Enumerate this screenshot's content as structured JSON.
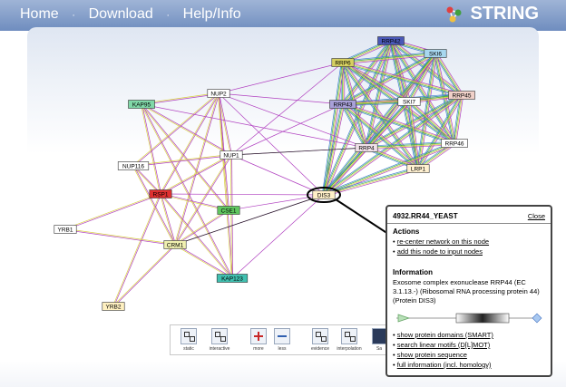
{
  "nav": {
    "home": "Home",
    "download": "Download",
    "help": "Help/Info",
    "separator": "·",
    "brand": "STRING"
  },
  "nodes": [
    {
      "id": "RRP42",
      "color": "#4a58b8"
    },
    {
      "id": "SKI6",
      "color": "#a8d8f0"
    },
    {
      "id": "RRP6",
      "color": "#d6d060"
    },
    {
      "id": "RRP45",
      "color": "#f0d0c8"
    },
    {
      "id": "RRP43",
      "color": "#a8a0d8"
    },
    {
      "id": "SKI7",
      "color": "#ffffff"
    },
    {
      "id": "RRP46",
      "color": "#ffffff"
    },
    {
      "id": "RRP4",
      "color": "#f0e0e8"
    },
    {
      "id": "LRP1",
      "color": "#fff0d0"
    },
    {
      "id": "NUP2",
      "color": "#ffffff"
    },
    {
      "id": "KAP95",
      "color": "#80d8a8"
    },
    {
      "id": "NUP1",
      "color": "#ffffff"
    },
    {
      "id": "NUP116",
      "color": "#ffffff"
    },
    {
      "id": "RSP1",
      "color": "#e03030"
    },
    {
      "id": "DIS3",
      "color": "#fff0c8"
    },
    {
      "id": "CSE1",
      "color": "#60c860"
    },
    {
      "id": "YRB1",
      "color": "#ffffff"
    },
    {
      "id": "CRM1",
      "color": "#f0f0b0"
    },
    {
      "id": "KAP123",
      "color": "#40c0b0"
    },
    {
      "id": "YRB2",
      "color": "#fff0c0"
    }
  ],
  "toolbar": {
    "static": "static",
    "interactive": "interactive",
    "more": "more",
    "less": "less",
    "evidence": "evidence",
    "interpolation": "interpolation",
    "cut": "Sa"
  },
  "popup": {
    "title": "4932.RR44_YEAST",
    "close": "Close",
    "actions_heading": "Actions",
    "actions": [
      "re-center network on this node",
      "add this node to input nodes"
    ],
    "info_heading": "Information",
    "description": "Exosome complex exonuclease RRP44 (EC 3.1.13.-) (Ribosomal RNA processing protein 44) (Protein DIS3)",
    "links": [
      "show protein domains (SMART)",
      "search linear motifs (D[L]MOT)",
      "show protein sequence",
      "full information (incl. homology)"
    ],
    "bullet": "•"
  },
  "colors": {
    "edge_purple": "#b040c0",
    "edge_yellow": "#d8d040",
    "edge_green": "#40b040",
    "edge_blue": "#4080d0",
    "edge_black": "#222222"
  }
}
